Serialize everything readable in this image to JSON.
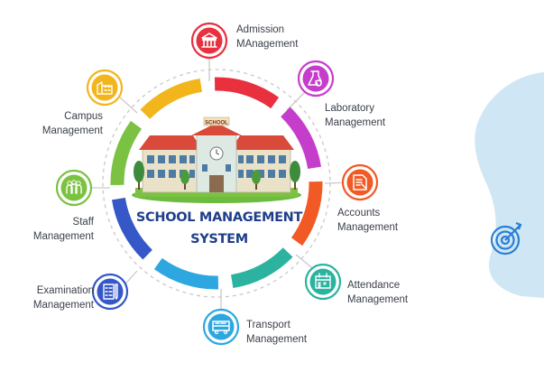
{
  "title": {
    "line1": "SCHOOL MANAGEMENT",
    "line2": "SYSTEM"
  },
  "building": {
    "sign": "SCHOOL"
  },
  "colors": {
    "title": "#1f3f8a",
    "admission": "#e8303f",
    "laboratory": "#c53ecb",
    "accounts": "#f15a24",
    "attendance": "#2bb3a0",
    "transport": "#2ea7e0",
    "examination": "#3557c7",
    "staff": "#7cc242",
    "campus": "#f2b51c",
    "blob": "#cfe6f4",
    "target": "#2a7fd4"
  },
  "modules": [
    {
      "id": "admission",
      "label": "Admission\nMAnagement",
      "icon": "bank-building-icon"
    },
    {
      "id": "laboratory",
      "label": "Laboratory\nManagement",
      "icon": "lab-flask-icon"
    },
    {
      "id": "accounts",
      "label": "Accounts\nManagement",
      "icon": "accounts-ledger-icon"
    },
    {
      "id": "attendance",
      "label": "Attendance\nManagement",
      "icon": "calendar-icon"
    },
    {
      "id": "transport",
      "label": "Transport\nManagement",
      "icon": "bus-icon"
    },
    {
      "id": "examination",
      "label": "Examination\nManagement",
      "icon": "exam-sheet-icon"
    },
    {
      "id": "staff",
      "label": "Staff\nManagement",
      "icon": "staff-group-icon"
    },
    {
      "id": "campus",
      "label": "Campus\nManagement",
      "icon": "campus-building-icon"
    }
  ],
  "decor": {
    "target_icon": "target-icon"
  }
}
